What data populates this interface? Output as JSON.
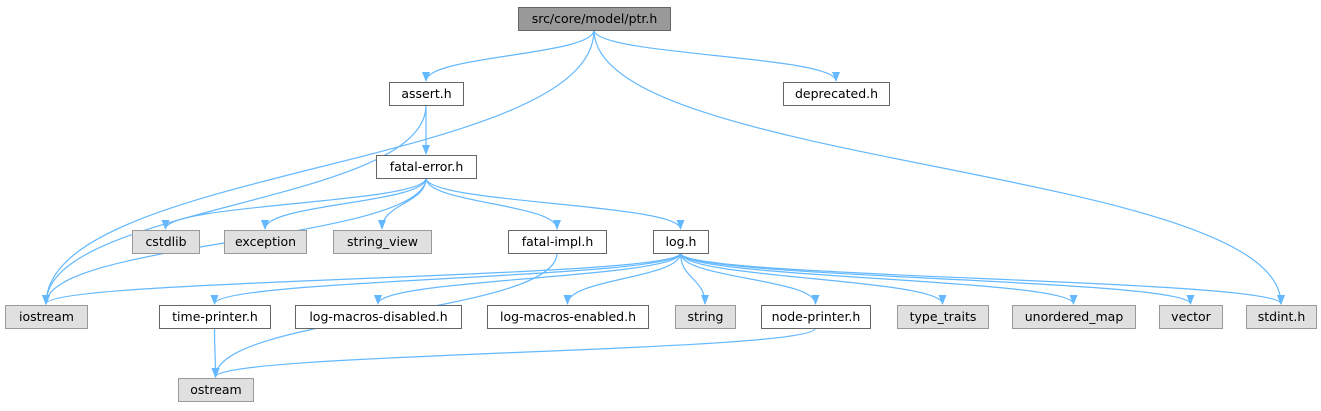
{
  "colors": {
    "root_fill": "#999999",
    "internal_fill": "#ffffff",
    "external_fill": "#e0e0e0",
    "border_dark": "#666666",
    "border_external": "#999999",
    "edge": "#63b8ff"
  },
  "nodes": [
    {
      "id": "ptr",
      "label": "src/core/model/ptr.h",
      "kind": "root"
    },
    {
      "id": "assert",
      "label": "assert.h",
      "kind": "internal"
    },
    {
      "id": "deprecated",
      "label": "deprecated.h",
      "kind": "internal"
    },
    {
      "id": "fatal-error",
      "label": "fatal-error.h",
      "kind": "internal"
    },
    {
      "id": "cstdlib",
      "label": "cstdlib",
      "kind": "external"
    },
    {
      "id": "exception",
      "label": "exception",
      "kind": "external"
    },
    {
      "id": "string_view",
      "label": "string_view",
      "kind": "external"
    },
    {
      "id": "fatal-impl",
      "label": "fatal-impl.h",
      "kind": "internal"
    },
    {
      "id": "log",
      "label": "log.h",
      "kind": "internal"
    },
    {
      "id": "iostream",
      "label": "iostream",
      "kind": "external"
    },
    {
      "id": "time-printer",
      "label": "time-printer.h",
      "kind": "internal"
    },
    {
      "id": "log-macros-disabled",
      "label": "log-macros-disabled.h",
      "kind": "internal"
    },
    {
      "id": "log-macros-enabled",
      "label": "log-macros-enabled.h",
      "kind": "internal"
    },
    {
      "id": "string",
      "label": "string",
      "kind": "external"
    },
    {
      "id": "node-printer",
      "label": "node-printer.h",
      "kind": "internal"
    },
    {
      "id": "type_traits",
      "label": "type_traits",
      "kind": "external"
    },
    {
      "id": "unordered_map",
      "label": "unordered_map",
      "kind": "external"
    },
    {
      "id": "vector",
      "label": "vector",
      "kind": "external"
    },
    {
      "id": "stdint",
      "label": "stdint.h",
      "kind": "external"
    },
    {
      "id": "ostream",
      "label": "ostream",
      "kind": "external"
    }
  ],
  "edges": [
    [
      "ptr",
      "iostream"
    ],
    [
      "ptr",
      "assert"
    ],
    [
      "ptr",
      "deprecated"
    ],
    [
      "ptr",
      "stdint"
    ],
    [
      "assert",
      "iostream"
    ],
    [
      "assert",
      "fatal-error"
    ],
    [
      "fatal-error",
      "cstdlib"
    ],
    [
      "fatal-error",
      "exception"
    ],
    [
      "fatal-error",
      "string_view"
    ],
    [
      "fatal-error",
      "fatal-impl"
    ],
    [
      "fatal-error",
      "log"
    ],
    [
      "fatal-error",
      "iostream"
    ],
    [
      "fatal-impl",
      "ostream"
    ],
    [
      "log",
      "iostream"
    ],
    [
      "log",
      "time-printer"
    ],
    [
      "log",
      "log-macros-disabled"
    ],
    [
      "log",
      "log-macros-enabled"
    ],
    [
      "log",
      "string"
    ],
    [
      "log",
      "node-printer"
    ],
    [
      "log",
      "type_traits"
    ],
    [
      "log",
      "unordered_map"
    ],
    [
      "log",
      "vector"
    ],
    [
      "log",
      "stdint"
    ],
    [
      "time-printer",
      "ostream"
    ],
    [
      "node-printer",
      "ostream"
    ]
  ]
}
